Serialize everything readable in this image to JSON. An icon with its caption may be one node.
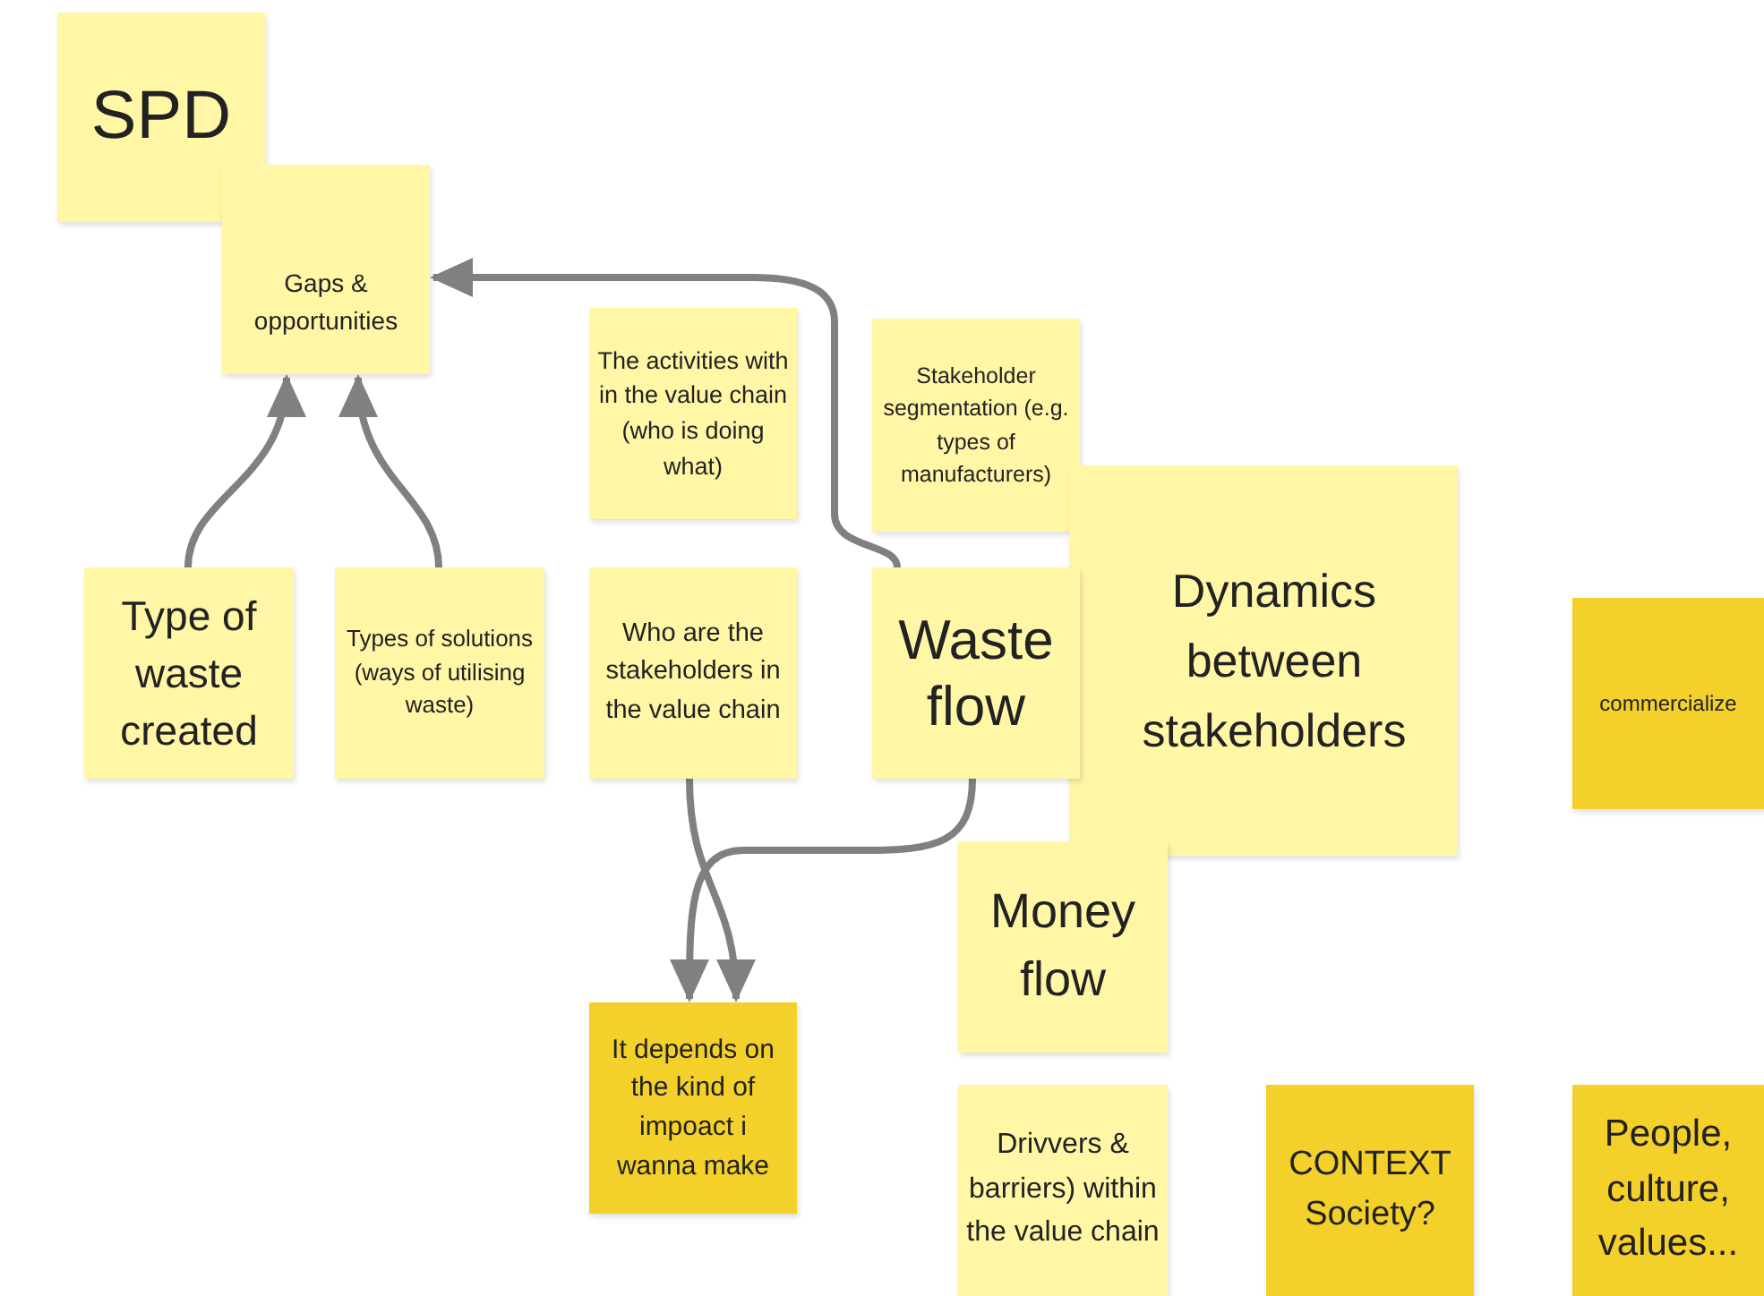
{
  "diagram": {
    "nodes": [
      {
        "text": [
          "SPD"
        ]
      },
      {
        "text": [
          "Gaps & opportunities"
        ]
      },
      {
        "text": [
          "The activities with in the value chain (who is doing what)"
        ]
      },
      {
        "text": [
          "Stakeholder segmentation (e.g. types of manufacturers)"
        ]
      },
      {
        "text": [
          "Dynamics between stakeholders"
        ]
      },
      {
        "text": [
          "Type of waste created"
        ]
      },
      {
        "text": [
          "Types of solutions (ways of utilising waste)"
        ]
      },
      {
        "text": [
          "Who are the stakeholders in the value chain"
        ]
      },
      {
        "text": [
          "Waste flow"
        ]
      },
      {
        "text": [
          "commercialize"
        ]
      },
      {
        "text": [
          "Money flow"
        ]
      },
      {
        "text": [
          "It depends on the kind of impoact i wanna make"
        ]
      },
      {
        "text": [
          "Drivvers & barriers) within the value chain"
        ]
      },
      {
        "text": [
          "CONTEXT Society?"
        ]
      },
      {
        "text": [
          "People, culture, values..."
        ]
      }
    ],
    "edges": [
      {
        "from": 5,
        "to": 1,
        "arrow": "to"
      },
      {
        "from": 6,
        "to": 1,
        "arrow": "to"
      },
      {
        "from": 8,
        "to": 1,
        "arrow": "to"
      },
      {
        "from": 7,
        "to": 11,
        "arrow": "to"
      },
      {
        "from": 8,
        "to": 11,
        "arrow": "to"
      }
    ]
  }
}
